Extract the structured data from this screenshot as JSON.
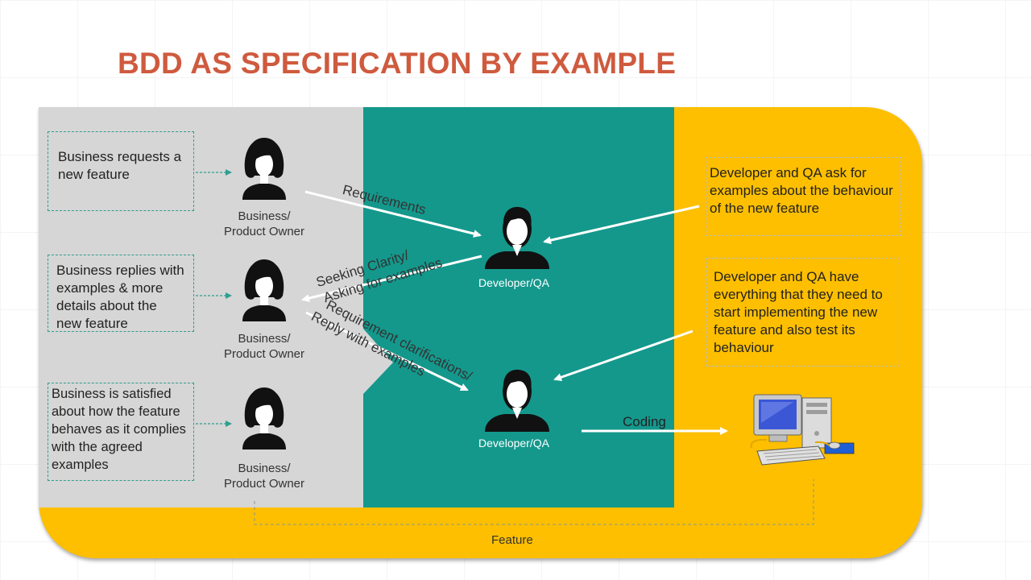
{
  "slide": {
    "title": "BDD AS SPECIFICATION BY EXAMPLE"
  },
  "left_boxes": [
    {
      "text": "Business requests a new feature"
    },
    {
      "text": "Business replies with examples & more details about the new feature"
    },
    {
      "text": "Business is satisfied about how the feature behaves as it complies with the agreed examples"
    }
  ],
  "business_person": {
    "label_line1": "Business/",
    "label_line2": "Product Owner"
  },
  "developer_person": {
    "label": "Developer/QA"
  },
  "flows": {
    "requirements": "Requirements",
    "seeking_line1": "Seeking Clarity/",
    "seeking_line2": "Asking for examples",
    "clarify_line1": "Requirement clarifications/",
    "clarify_line2": "Reply with examples",
    "coding": "Coding",
    "feature": "Feature"
  },
  "right_boxes": [
    {
      "text": "Developer and QA ask for examples about the behaviour of the new feature"
    },
    {
      "text": "Developer and QA have everything that they need to start implementing the new feature and also test its behaviour"
    }
  ],
  "colors": {
    "title": "#cf5a3e",
    "yellow_panel": "#fdbf00",
    "teal_panel": "#14988c",
    "gray_panel": "#d6d6d6",
    "dashed_border": "#2e9e8e"
  }
}
